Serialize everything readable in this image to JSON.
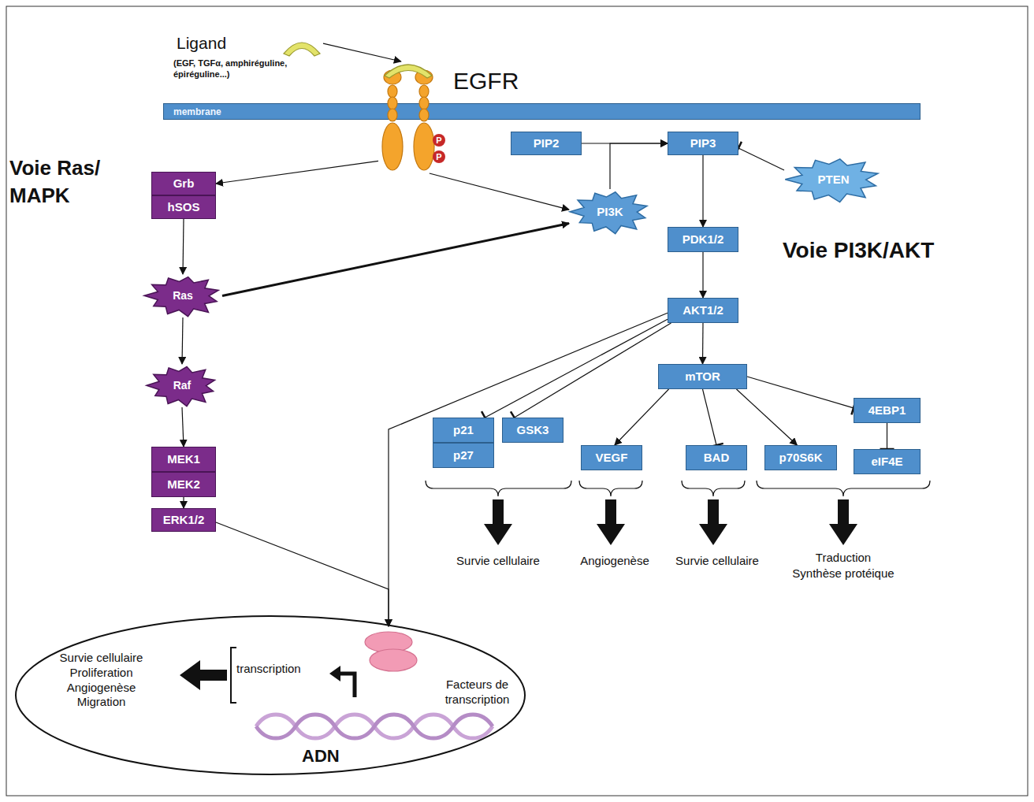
{
  "diagram": {
    "nodes": [
      {
        "text": [
          "Ligand",
          "(EGF, TGFα, amphiréguline, épiréguline...)"
        ]
      },
      {
        "text": [
          "EGFR"
        ]
      },
      {
        "text": [
          "membrane"
        ]
      },
      {
        "text": [
          "PIP2"
        ]
      },
      {
        "text": [
          "PIP3"
        ]
      },
      {
        "text": [
          "Grb"
        ]
      },
      {
        "text": [
          "hSOS"
        ]
      },
      {
        "text": [
          "PTEN"
        ]
      },
      {
        "text": [
          "PI3K"
        ]
      },
      {
        "text": [
          "PDK1/2"
        ]
      },
      {
        "text": [
          "Ras"
        ]
      },
      {
        "text": [
          "AKT1/2"
        ]
      },
      {
        "text": [
          "Raf"
        ]
      },
      {
        "text": [
          "mTOR"
        ]
      },
      {
        "text": [
          "4EBP1"
        ]
      },
      {
        "text": [
          "p21"
        ]
      },
      {
        "text": [
          "GSK3"
        ]
      },
      {
        "text": [
          "p27"
        ]
      },
      {
        "text": [
          "VEGF"
        ]
      },
      {
        "text": [
          "BAD"
        ]
      },
      {
        "text": [
          "p70S6K"
        ]
      },
      {
        "text": [
          "eIF4E"
        ]
      },
      {
        "text": [
          "MEK1"
        ]
      },
      {
        "text": [
          "MEK2"
        ]
      },
      {
        "text": [
          "ERK1/2"
        ]
      },
      {
        "text": [
          "Survie cellulaire Proliferation Angiogenèse Migration",
          "transcription",
          "ADN"
        ]
      },
      {
        "text": [
          "Facteurs de transcription"
        ],
        "in": 25
      }
    ],
    "edges": [
      {
        "from": 0,
        "to": 1,
        "arrow": "to"
      },
      {
        "from": 1,
        "to": 5,
        "arrow": "to"
      },
      {
        "from": 1,
        "to": 8,
        "arrow": "to"
      },
      {
        "from": 3,
        "to": 4,
        "arrow": "to"
      },
      {
        "from": 8,
        "to": 4,
        "arrow": "to"
      },
      {
        "from": 7,
        "to": 4,
        "arrow": "to"
      },
      {
        "from": 6,
        "to": 10,
        "arrow": "to"
      },
      {
        "from": 10,
        "to": 8,
        "arrow": "to"
      },
      {
        "from": 4,
        "to": 9,
        "arrow": "to"
      },
      {
        "from": 10,
        "to": 12,
        "arrow": "to"
      },
      {
        "from": 9,
        "to": 11,
        "arrow": "to"
      },
      {
        "from": 11,
        "to": 13,
        "arrow": "to"
      },
      {
        "from": 12,
        "to": 22,
        "arrow": "to"
      },
      {
        "from": 11,
        "to": 15,
        "arrow": "to"
      },
      {
        "from": 11,
        "to": 16,
        "arrow": "to"
      },
      {
        "from": 13,
        "to": 18,
        "arrow": "to"
      },
      {
        "from": 13,
        "to": 19,
        "arrow": "to"
      },
      {
        "from": 13,
        "to": 20,
        "arrow": "to"
      },
      {
        "from": 13,
        "to": 14,
        "arrow": "to"
      },
      {
        "from": 14,
        "to": 21,
        "arrow": "to"
      },
      {
        "from": 23,
        "to": 24,
        "arrow": "to"
      },
      {
        "from": 24,
        "to": 26,
        "arrow": "to"
      },
      {
        "from": 11,
        "to": 26,
        "arrow": "to"
      }
    ],
    "labels": [
      "P",
      "P",
      "Voie Ras/ MAPK",
      "Voie PI3K/AKT",
      "Survie cellulaire",
      "Angiogenèse",
      "Survie cellulaire",
      "Traduction Synthèse protéique"
    ]
  }
}
